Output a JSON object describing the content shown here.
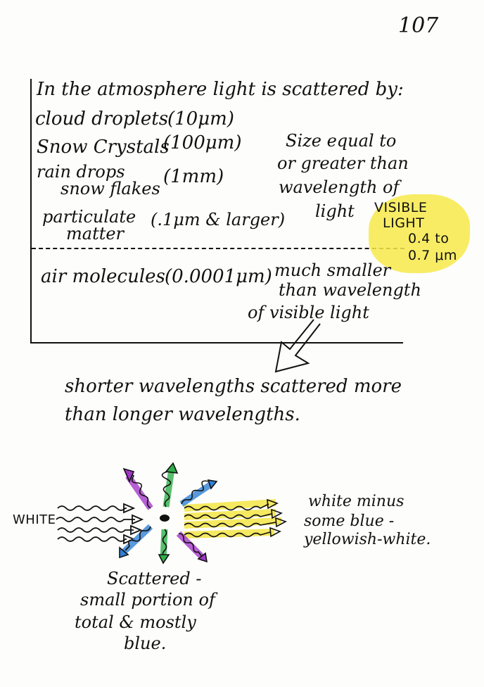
{
  "page_number": "107",
  "heading": "In the atmosphere light is scattered by:",
  "scatterers": [
    {
      "name": "cloud droplets",
      "size": "(10μm)"
    },
    {
      "name": "Snow Crystals",
      "size": "(100μm)"
    },
    {
      "name_line1": "rain drops",
      "name_line2": "snow flakes",
      "size": "(1mm)"
    },
    {
      "name_line1": "particulate",
      "name_line2": "matter",
      "size": "(.1μm & larger)"
    }
  ],
  "size_note": [
    "Size equal to",
    "or greater than",
    "wavelength of",
    "light"
  ],
  "visible_light": [
    "VISIBLE",
    "LIGHT",
    "0.4 to",
    "0.7 μm"
  ],
  "air": {
    "name": "air molecules",
    "size": "(0.0001μm)"
  },
  "air_note": [
    "much smaller",
    "than wavelength",
    "of visible light"
  ],
  "conclusion": [
    "shorter wavelengths scattered more",
    "than longer wavelengths."
  ],
  "diagram": {
    "incoming_label": "WHITE",
    "outgoing_note": [
      "white minus",
      "some blue -",
      "yellowish-white."
    ],
    "scattered_note": [
      "Scattered -",
      "small portion of",
      "total & mostly",
      "blue."
    ]
  },
  "colors": {
    "ink": "#111111",
    "highlight": "#f7e94a",
    "purple": "#a238c8",
    "green": "#2fae4a",
    "blue": "#2f7fd6",
    "yellow": "#f2e33a"
  }
}
